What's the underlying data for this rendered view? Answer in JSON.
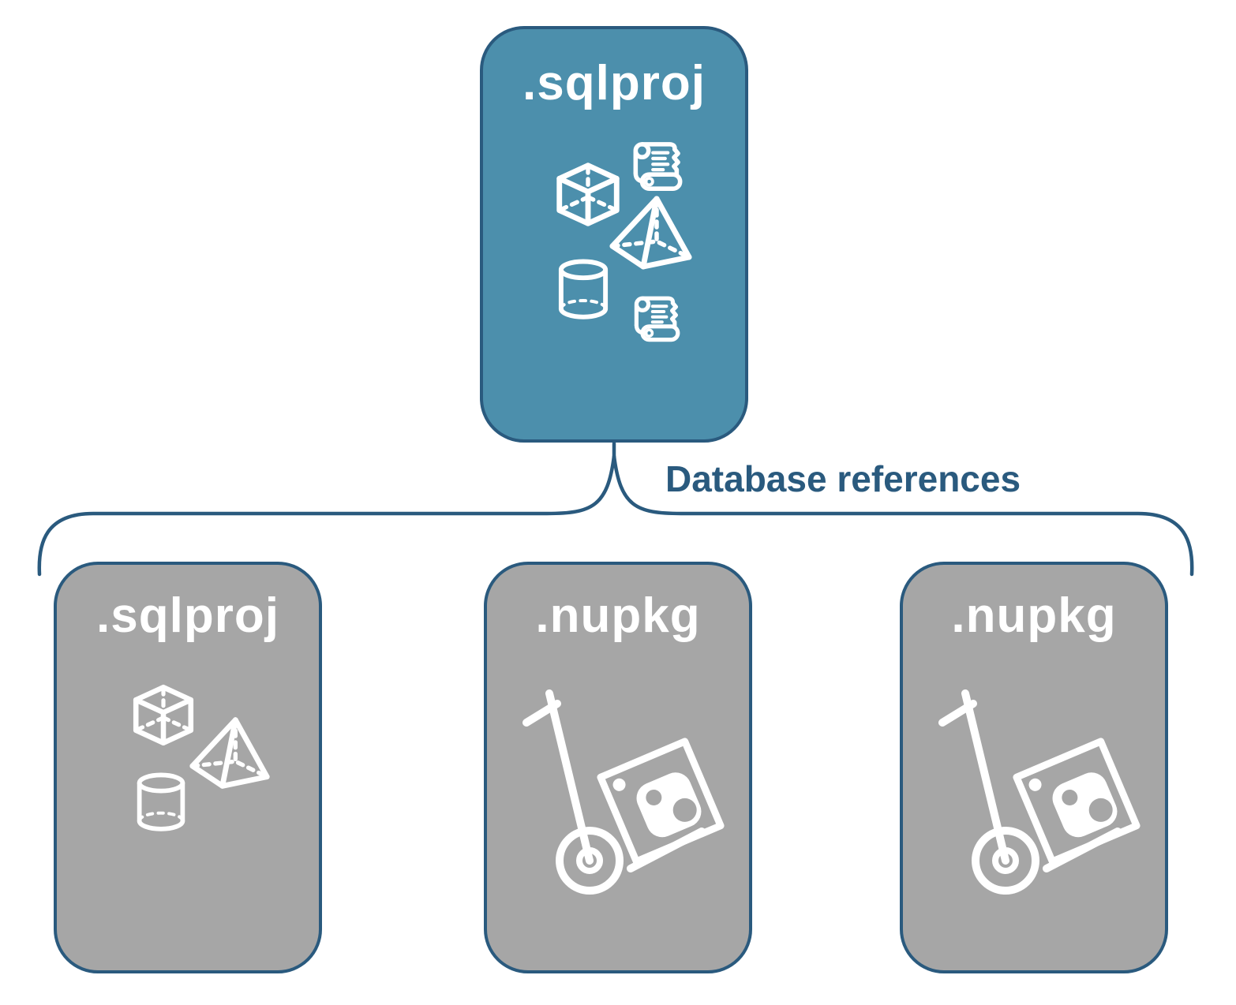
{
  "colors": {
    "accent": "#2a5a7e",
    "root-fill": "#4c8fac",
    "child-fill": "#a6a6a6",
    "icon": "#ffffff",
    "background": "#ffffff"
  },
  "diagram": {
    "root": {
      "label": ".sqlproj",
      "icons": [
        "cube-icon",
        "script-scroll-icon",
        "pyramid-icon",
        "cylinder-icon",
        "script-scroll-icon"
      ]
    },
    "connector": {
      "label": "Database references",
      "shape": "curly-brace"
    },
    "children": [
      {
        "label": ".sqlproj",
        "icons": [
          "cube-icon",
          "pyramid-icon",
          "cylinder-icon"
        ]
      },
      {
        "label": ".nupkg",
        "icons": [
          "nuget-dolly-icon"
        ]
      },
      {
        "label": ".nupkg",
        "icons": [
          "nuget-dolly-icon"
        ]
      }
    ]
  }
}
